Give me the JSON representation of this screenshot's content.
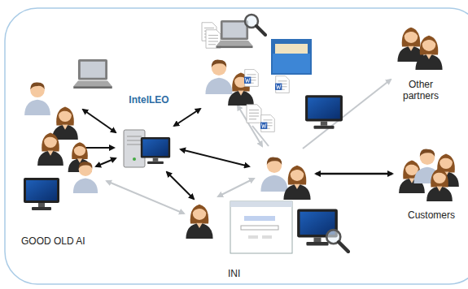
{
  "diagram": {
    "nodes": [
      {
        "text": [
          "IntelLEO"
        ]
      },
      {
        "text": [
          "Other partners"
        ]
      },
      {
        "text": [
          "Customers"
        ]
      }
    ],
    "labels": [
      "GOOD OLD AI",
      "INI"
    ]
  }
}
